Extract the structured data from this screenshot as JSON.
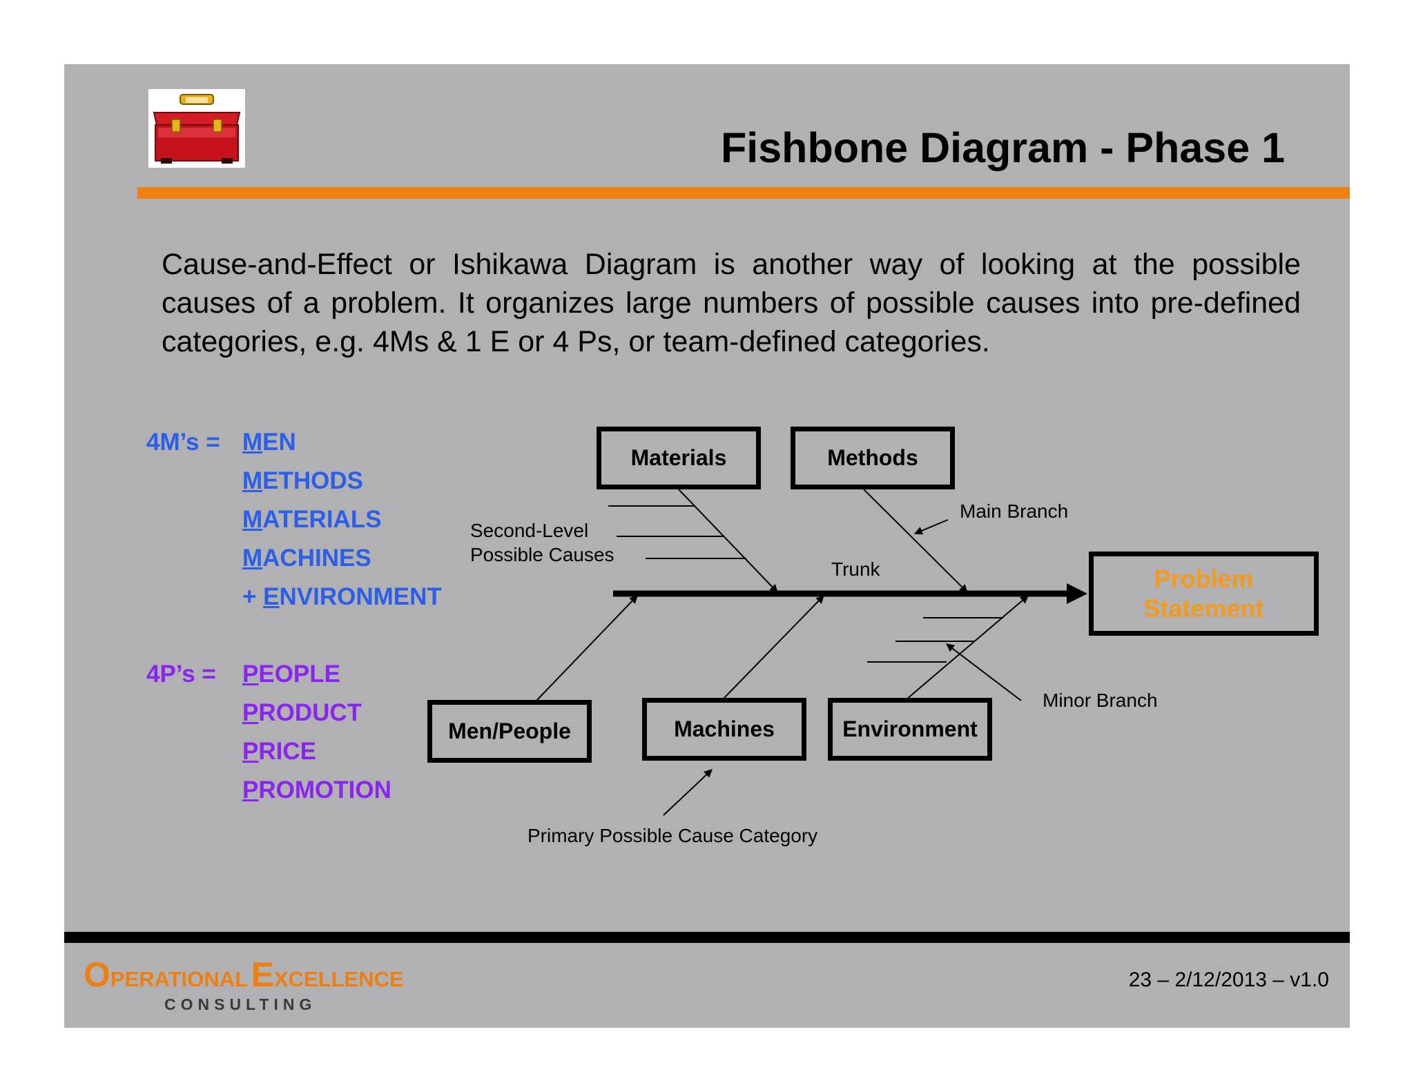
{
  "header": {
    "title": "Fishbone Diagram - Phase 1"
  },
  "intro": {
    "text": "Cause-and-Effect or Ishikawa Diagram is another way of looking at the possible causes of a problem. It organizes large numbers of possible causes into pre-defined categories, e.g. 4Ms & 1 E or 4 Ps, or team-defined categories."
  },
  "four_ms": {
    "label": "4M’s =",
    "items": [
      {
        "initial": "M",
        "rest": "EN"
      },
      {
        "initial": "M",
        "rest": "ETHODS"
      },
      {
        "initial": "M",
        "rest": "ATERIALS"
      },
      {
        "initial": "M",
        "rest": "ACHINES"
      },
      {
        "prefix": "+ ",
        "initial": "E",
        "rest": "NVIRONMENT"
      }
    ]
  },
  "four_ps": {
    "label": "4P’s =",
    "items": [
      {
        "initial": "P",
        "rest": "EOPLE"
      },
      {
        "initial": "P",
        "rest": "RODUCT"
      },
      {
        "initial": "P",
        "rest": "RICE"
      },
      {
        "initial": "P",
        "rest": "ROMOTION"
      }
    ]
  },
  "diagram": {
    "boxes": {
      "materials": "Materials",
      "methods": "Methods",
      "men_people": "Men/People",
      "machines": "Machines",
      "environment": "Environment"
    },
    "problem": {
      "line1": "Problem",
      "line2": "Statement",
      "color": "#f59a1c"
    },
    "annotations": {
      "second_level_1": "Second-Level",
      "second_level_2": "Possible Causes",
      "main_branch": "Main Branch",
      "trunk": "Trunk",
      "minor_branch": "Minor Branch",
      "primary_category": "Primary Possible Cause Category"
    }
  },
  "footer": {
    "brand_o": "O",
    "brand_perational": "PERATIONAL",
    "brand_e": "E",
    "brand_xcellence": "XCELLENCE",
    "consulting": "CONSULTING",
    "page_info": "23 – 2/12/2013 – v1.0"
  },
  "colors": {
    "background": "#b1b0b2",
    "accent_orange": "#ee7f10",
    "list_blue": "#2c5fe8",
    "list_purple": "#8a24f0"
  },
  "icons": {
    "logo": "red-toolbox-icon"
  }
}
